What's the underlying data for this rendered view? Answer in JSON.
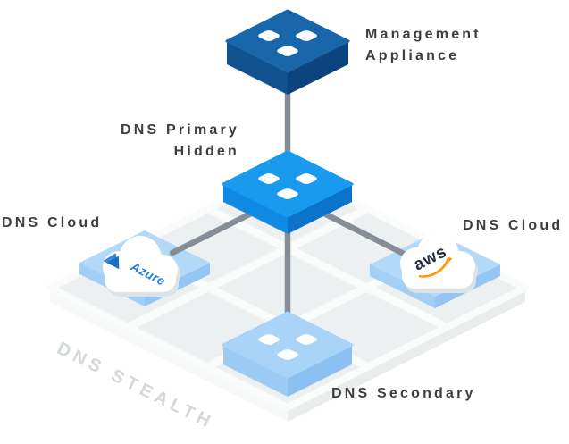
{
  "diagram": {
    "type": "isometric-network-architecture",
    "nodes": {
      "management_appliance": {
        "line1": "Management",
        "line2": "Appliance"
      },
      "dns_primary": {
        "line1": "DNS Primary",
        "line2": "Hidden"
      },
      "dns_cloud_left": {
        "label": "DNS Cloud",
        "provider": "Azure"
      },
      "dns_cloud_right": {
        "label": "DNS Cloud",
        "provider": "aws"
      },
      "dns_secondary": {
        "label": "DNS Secondary"
      },
      "platform": {
        "label": "DNS STEALTH"
      }
    },
    "icons": {
      "management_appliance": "server-slots-icon",
      "dns_primary": "server-slots-icon",
      "dns_secondary": "server-slots-icon",
      "dns_cloud_left": "azure-cloud-icon",
      "dns_cloud_right": "aws-cloud-icon"
    },
    "colors": {
      "management_box_top": "#1a66aa",
      "management_box_left": "#10518f",
      "management_box_right": "#0c447e",
      "primary_box_top": "#189bee",
      "primary_box_left": "#0f8ae2",
      "primary_box_right": "#0b73c9",
      "secondary_box_top": "#a9d4f7",
      "secondary_box_left": "#9bcbf4",
      "secondary_box_right": "#8cc0f1",
      "cloud_tile_top": "#b3d9f8",
      "cloud_tile_left": "#a4cff5",
      "cloud_tile_right": "#95c5f2",
      "connector": "#868d96",
      "platform_top": "#edf0f0",
      "platform_grid": "#fafbfb",
      "label_text": "#3c3e40",
      "stealth_text": "#d4d8d9",
      "azure_blue": "#2a80cf",
      "aws_text": "#252f3e",
      "aws_orange": "#ff9900",
      "cloud_shadow": "#dde2e4"
    }
  }
}
